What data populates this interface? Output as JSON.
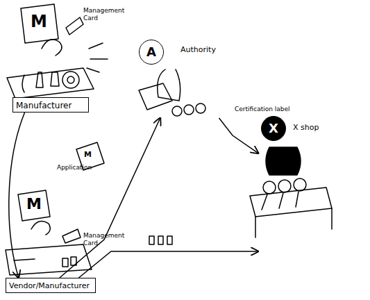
{
  "diagram": {
    "nodes": [
      {
        "text": [
          "Manufacturer"
        ]
      },
      {
        "text": [
          "Vendor/Manufacturer"
        ]
      },
      {
        "text": [
          "A",
          "Authority"
        ]
      },
      {
        "text": [
          "X",
          "X shop"
        ]
      }
    ],
    "edges": [
      {
        "from": 0,
        "to": 1,
        "arrow": "to"
      },
      {
        "from": 1,
        "to": 2,
        "label": "Application",
        "arrow": "to"
      },
      {
        "from": 2,
        "to": 3,
        "label": "Certification label",
        "arrow": "to"
      },
      {
        "from": 1,
        "to": 3,
        "arrow": "to"
      }
    ],
    "labels": [
      "M",
      "Management Card",
      "M",
      "Management Card",
      "M"
    ]
  }
}
